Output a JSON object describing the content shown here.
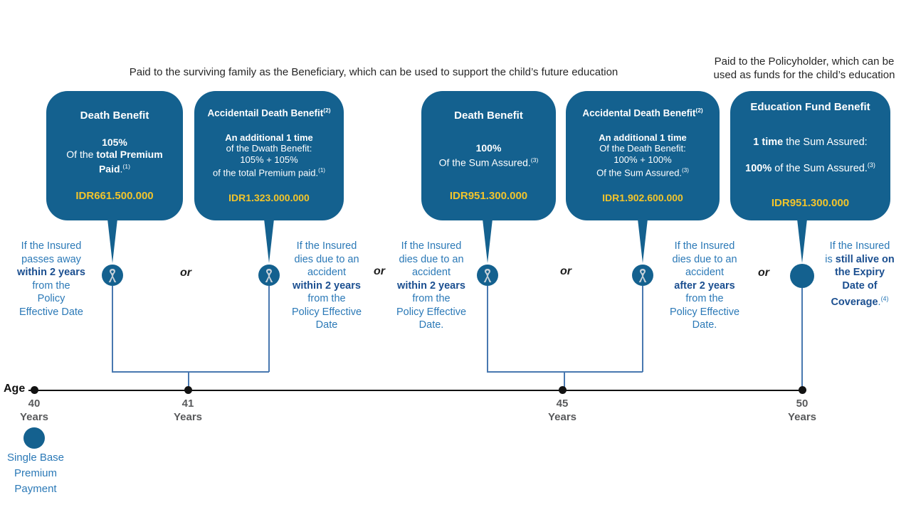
{
  "colors": {
    "box_background": "#14618F",
    "amount_yellow": "#F2C42B",
    "condition_blue": "#2B79B7",
    "condition_bold_navy": "#1B4F90",
    "connector_blue": "#4878B0",
    "tick_gray": "#595A5C",
    "ribbon_gray": "#C7D1D9"
  },
  "icons": {
    "event_marker": "awareness-ribbon-icon",
    "expiry_marker": "filled-circle-icon",
    "premium_marker": "filled-circle-icon"
  },
  "headers": {
    "left": "Paid to the surviving family as the Beneficiary, which can be used to support the child’s future education",
    "right_lines": [
      [
        {
          "t": "Paid to the Policyholder, which can be"
        }
      ],
      [
        {
          "t": "used as funds for the child’s education"
        }
      ]
    ]
  },
  "benefit_boxes": [
    {
      "title": [
        [
          {
            "t": "Death Benefit",
            "b": true
          }
        ]
      ],
      "body": [
        [
          {
            "t": "105%",
            "b": true
          }
        ],
        [
          {
            "t": "Of the "
          },
          {
            "t": "total Premium",
            "b": true
          }
        ],
        [
          {
            "t": "Paid",
            "b": true
          },
          {
            "t": "."
          },
          {
            "t": "(1)",
            "s": true
          }
        ]
      ],
      "amount": "IDR661.500.000"
    },
    {
      "title": [
        [
          {
            "t": "Accidentail Death Benefit",
            "b": true
          },
          {
            "t": "(2)",
            "s": true
          }
        ]
      ],
      "body": [
        [
          {
            "t": "An additional 1 time",
            "b": true
          }
        ],
        [
          {
            "t": "of the Dwath Benefit:"
          }
        ],
        [
          {
            "t": "105% + 105%"
          }
        ],
        [
          {
            "t": "of the total Premium paid."
          },
          {
            "t": "(1)",
            "s": true
          }
        ]
      ],
      "amount": "IDR1.323.000.000"
    },
    {
      "title": [
        [
          {
            "t": "Death Benefit",
            "b": true
          }
        ]
      ],
      "body": [
        [
          {
            "t": "100%",
            "b": true
          }
        ],
        [
          {
            "t": "Of the Sum Assured."
          },
          {
            "t": "(3)",
            "s": true
          }
        ]
      ],
      "amount": "IDR951.300.000"
    },
    {
      "title": [
        [
          {
            "t": "Accidental Death Benefit",
            "b": true
          },
          {
            "t": "(2)",
            "s": true
          }
        ]
      ],
      "body": [
        [
          {
            "t": "An additional 1 time",
            "b": true
          }
        ],
        [
          {
            "t": "Of the Death Benefit:"
          }
        ],
        [
          {
            "t": "100% + 100%"
          }
        ],
        [
          {
            "t": "Of the Sum Assured."
          },
          {
            "t": "(3)",
            "s": true
          }
        ]
      ],
      "amount": "IDR1.902.600.000"
    },
    {
      "title": [
        [
          {
            "t": "Education Fund Benefit",
            "b": true
          }
        ]
      ],
      "body": [
        [
          {
            "t": "1 time",
            "b": true
          },
          {
            "t": " the Sum Assured:"
          }
        ],
        [],
        [
          {
            "t": "100%",
            "b": true
          },
          {
            "t": " of the Sum Assured."
          },
          {
            "t": "(3)",
            "s": true
          }
        ]
      ],
      "amount": "IDR951.300.000"
    }
  ],
  "or_labels": [
    "or",
    "or",
    "or",
    "or"
  ],
  "condition_blocks": [
    {
      "lines": [
        [
          {
            "t": "If the Insured"
          }
        ],
        [
          {
            "t": "passes away"
          }
        ],
        [
          {
            "t": "within 2 years",
            "b": true
          }
        ],
        [
          {
            "t": "from the"
          }
        ],
        [
          {
            "t": "Policy"
          }
        ],
        [
          {
            "t": "Effective Date"
          }
        ]
      ]
    },
    {
      "lines": [
        [
          {
            "t": "If the Insured"
          }
        ],
        [
          {
            "t": "dies due to an"
          }
        ],
        [
          {
            "t": "accident"
          }
        ],
        [
          {
            "t": "within 2 years",
            "b": true
          }
        ],
        [
          {
            "t": "from the"
          }
        ],
        [
          {
            "t": "Policy Effective"
          }
        ],
        [
          {
            "t": "Date"
          }
        ]
      ]
    },
    {
      "lines": [
        [
          {
            "t": "If the Insured"
          }
        ],
        [
          {
            "t": "dies due to an"
          }
        ],
        [
          {
            "t": "accident"
          }
        ],
        [
          {
            "t": "within 2 years",
            "b": true
          }
        ],
        [
          {
            "t": "from the"
          }
        ],
        [
          {
            "t": "Policy Effective"
          }
        ],
        [
          {
            "t": "Date."
          }
        ]
      ]
    },
    {
      "lines": [
        [
          {
            "t": "If the Insured"
          }
        ],
        [
          {
            "t": "dies due to an"
          }
        ],
        [
          {
            "t": "accident"
          }
        ],
        [
          {
            "t": "after 2 years",
            "b": true
          }
        ],
        [
          {
            "t": "from the"
          }
        ],
        [
          {
            "t": "Policy Effective"
          }
        ],
        [
          {
            "t": "Date."
          }
        ]
      ]
    },
    {
      "lines": [
        [
          {
            "t": "If the Insured"
          }
        ],
        [
          {
            "t": "is "
          },
          {
            "t": "still alive on",
            "b": true
          }
        ],
        [
          {
            "t": "the Expiry",
            "b": true
          }
        ],
        [
          {
            "t": "Date of",
            "b": true
          }
        ],
        [
          {
            "t": "Coverage",
            "b": true
          },
          {
            "t": "."
          },
          {
            "t": "(4)",
            "s": true
          }
        ]
      ]
    }
  ],
  "timeline": {
    "age_label": "Age",
    "ticks": [
      {
        "age": "40",
        "unit": "Years"
      },
      {
        "age": "41",
        "unit": "Years"
      },
      {
        "age": "45",
        "unit": "Years"
      },
      {
        "age": "50",
        "unit": "Years"
      }
    ]
  },
  "premium": {
    "lines": [
      [
        {
          "t": "Single Base"
        }
      ],
      [
        {
          "t": "Premium"
        }
      ],
      [
        {
          "t": "Payment"
        }
      ]
    ]
  }
}
